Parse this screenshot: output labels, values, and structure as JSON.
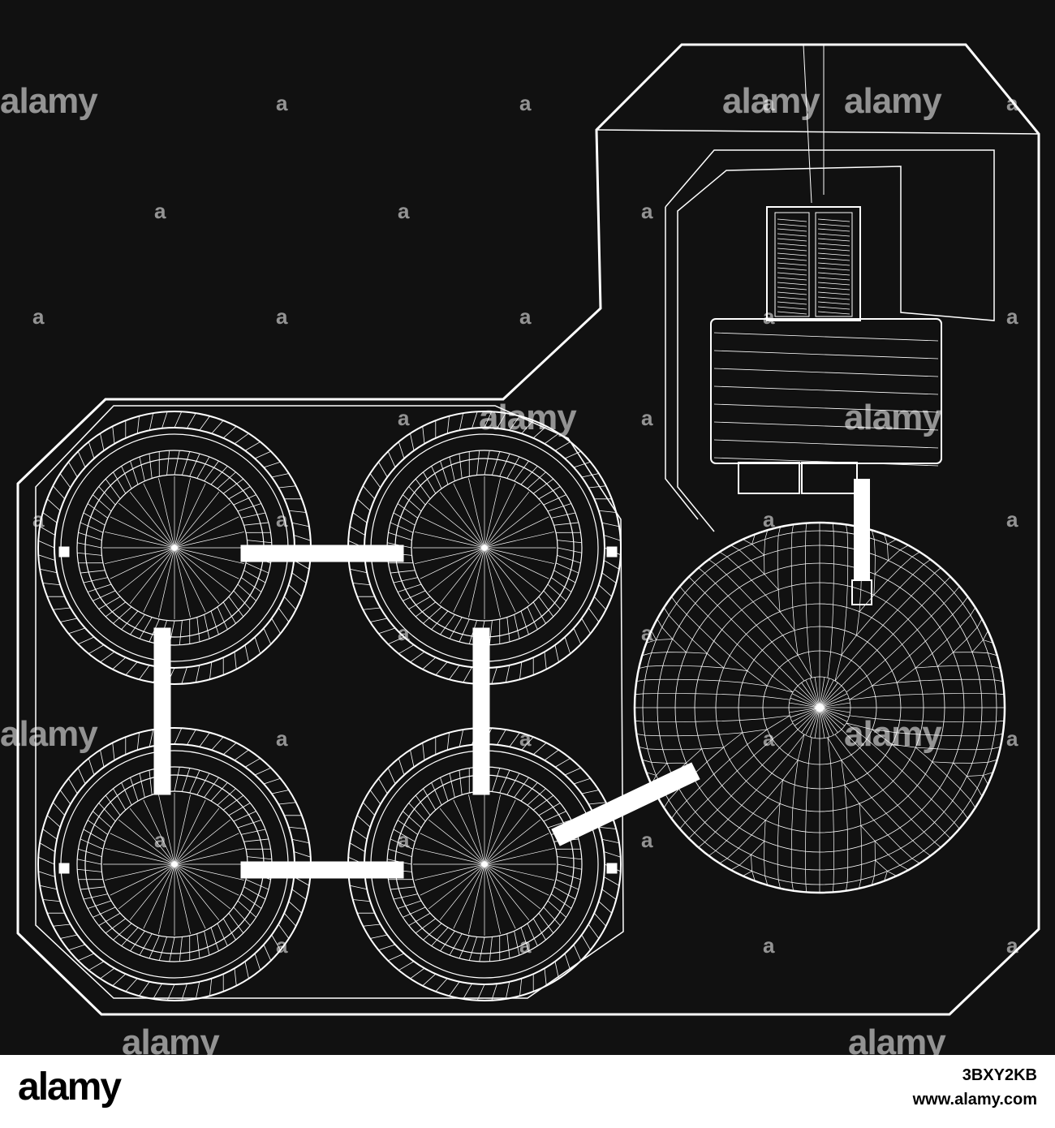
{
  "watermark": {
    "word": "alamy",
    "mark": "a"
  },
  "footer": {
    "logo": "alamy",
    "image_id": "3BXY2KB",
    "url": "www.alamy.com"
  },
  "colors": {
    "background": "#111111",
    "line": "#ffffff",
    "footer": "#ffffff"
  },
  "drawing": {
    "style": "wireframe",
    "small_wheels": 4,
    "large_wheels": 1
  }
}
